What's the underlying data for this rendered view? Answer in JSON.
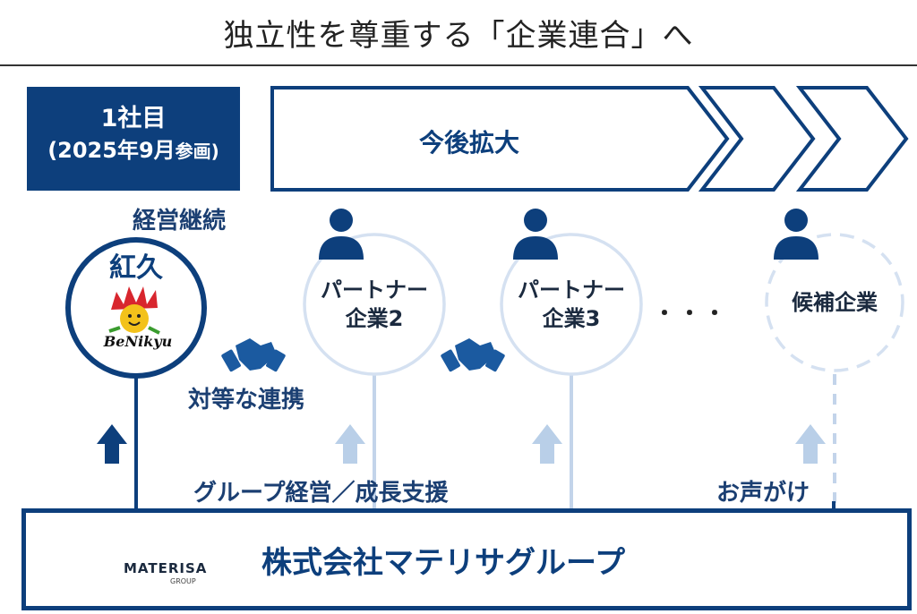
{
  "title": "独立性を尊重する「企業連合」へ",
  "first_company": {
    "line1": "1社目",
    "line2_main": "(2025年9月",
    "line2_small": "参画)"
  },
  "future_arrow": {
    "label": "今後拡大"
  },
  "continue_label": "経営継続",
  "benikyu": {
    "name": "紅久",
    "logo_text": "BeNikyu"
  },
  "partner2": {
    "line1": "パートナー",
    "line2": "企業2"
  },
  "partner3": {
    "line1": "パートナー",
    "line2": "企業3"
  },
  "ellipsis": "・・・",
  "candidate": {
    "label": "候補企業"
  },
  "alliance_label": "対等な連携",
  "group_support_label": "グループ経営／成長支援",
  "invite_label": "お声がけ",
  "materisa": {
    "logo_name": "MATERISA",
    "logo_sub": "GROUP",
    "company_name": "株式会社マテリサグループ"
  },
  "colors": {
    "navy": "#0d3f7c",
    "light_blue": "#c3d4ea",
    "circle_light": "#d5e1f1",
    "arrow_light": "#b9cfe8"
  }
}
